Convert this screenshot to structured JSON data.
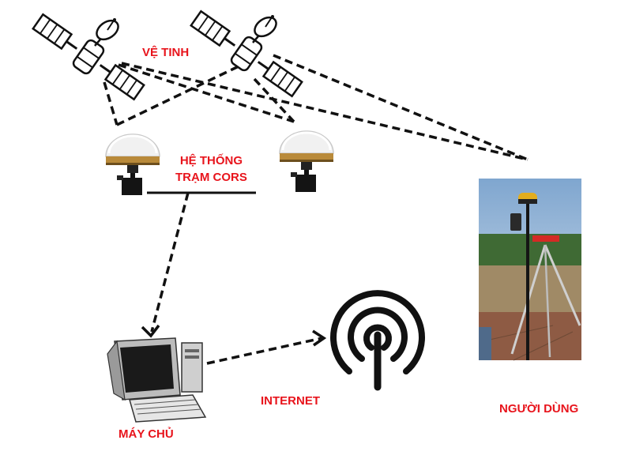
{
  "labels": {
    "satellites": "VỆ TINH",
    "cors_line1": "HỆ THỐNG",
    "cors_line2": "TRẠM CORS",
    "server": "MÁY CHỦ",
    "internet": "INTERNET",
    "user": "NGƯỜI DÙNG"
  },
  "colors": {
    "label": "#e8141c",
    "line": "#111111"
  },
  "icons": [
    "satellite-icon",
    "cors-antenna-icon",
    "computer-icon",
    "wifi-antenna-icon",
    "gnss-rover-photo"
  ]
}
